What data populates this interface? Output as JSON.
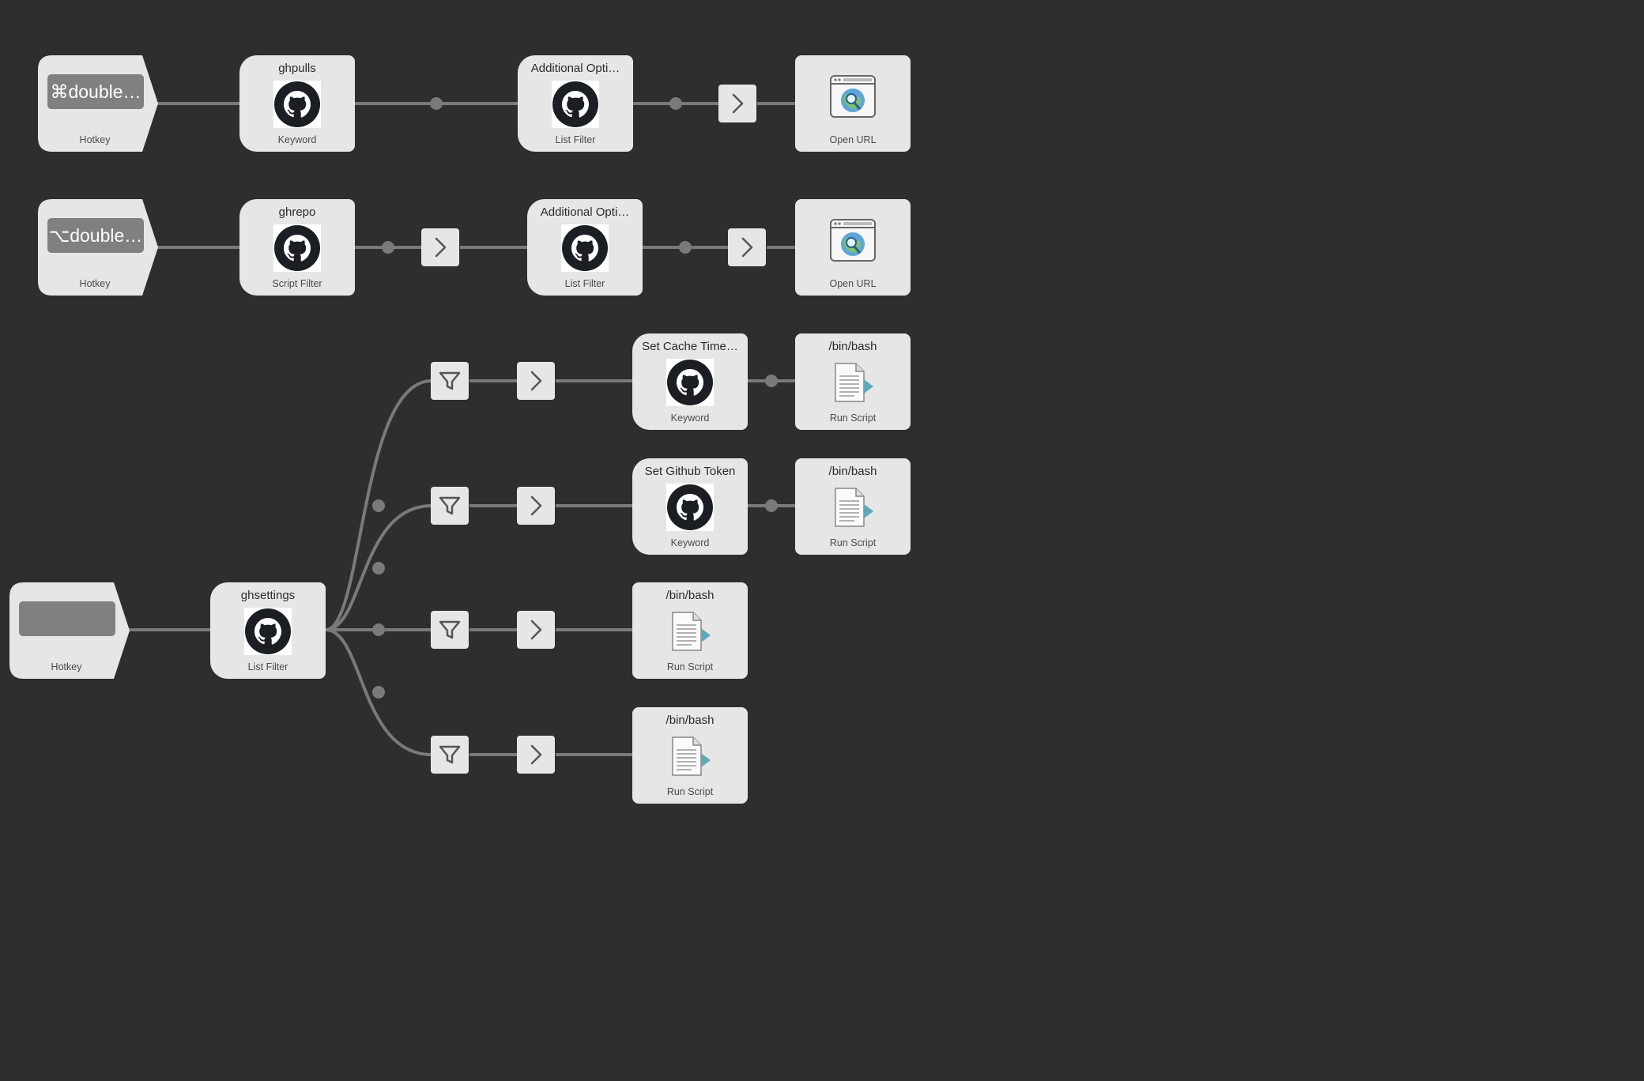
{
  "rows": {
    "pulls": {
      "hotkey_key": "⌘double…",
      "hotkey_label": "Hotkey",
      "keyword_title": "ghpulls",
      "keyword_label": "Keyword",
      "filter_title": "Additional Opti…",
      "filter_label": "List Filter",
      "action_label": "Open URL"
    },
    "repo": {
      "hotkey_key": "⌥double…",
      "hotkey_label": "Hotkey",
      "script_filter_title": "ghrepo",
      "script_filter_label": "Script Filter",
      "filter_title": "Additional Opti…",
      "filter_label": "List Filter",
      "action_label": "Open URL"
    },
    "settings": {
      "hotkey_key": "",
      "hotkey_label": "Hotkey",
      "filter_title": "ghsettings",
      "filter_label": "List Filter",
      "branches": [
        {
          "keyword_title": "Set Cache Time…",
          "keyword_label": "Keyword",
          "script_title": "/bin/bash",
          "script_label": "Run Script"
        },
        {
          "keyword_title": "Set Github Token",
          "keyword_label": "Keyword",
          "script_title": "/bin/bash",
          "script_label": "Run Script"
        },
        {
          "script_title": "/bin/bash",
          "script_label": "Run Script"
        },
        {
          "script_title": "/bin/bash",
          "script_label": "Run Script"
        }
      ]
    }
  },
  "icons": {
    "github": "github-octocat-icon",
    "open_url": "browser-window-icon",
    "run_script": "script-document-icon",
    "filter": "funnel-icon",
    "arrow": "chevron-right-icon"
  },
  "colors": {
    "canvas": "#2e2e2e",
    "node": "#e6e6e6",
    "wire": "#7a7a7a",
    "hotkey_key": "#808080"
  }
}
